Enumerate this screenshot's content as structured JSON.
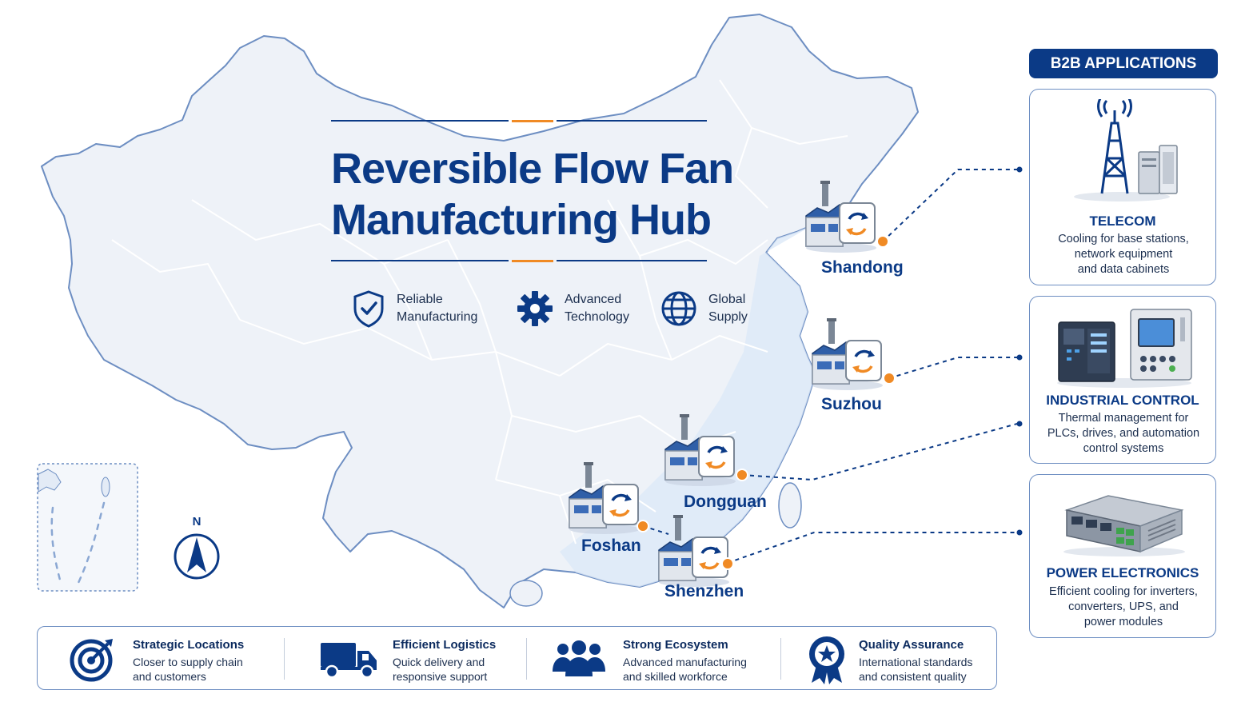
{
  "title": {
    "line1": "Reversible Flow Fan",
    "line2": "Manufacturing Hub"
  },
  "features": [
    {
      "icon": "shield-check-icon",
      "line1": "Reliable",
      "line2": "Manufacturing"
    },
    {
      "icon": "gear-icon",
      "line1": "Advanced",
      "line2": "Technology"
    },
    {
      "icon": "globe-icon",
      "line1": "Global",
      "line2": "Supply"
    }
  ],
  "cities": [
    {
      "name": "Shandong"
    },
    {
      "name": "Suzhou"
    },
    {
      "name": "Dongguan"
    },
    {
      "name": "Foshan"
    },
    {
      "name": "Shenzhen"
    }
  ],
  "compass_label": "N",
  "b2b": {
    "heading": "B2B APPLICATIONS",
    "cards": [
      {
        "icon": "telecom-tower-icon",
        "title": "TELECOM",
        "desc": [
          "Cooling for base stations,",
          "network equipment",
          "and data cabinets"
        ]
      },
      {
        "icon": "industrial-controller-icon",
        "title": "INDUSTRIAL CONTROL",
        "desc": [
          "Thermal management for",
          "PLCs, drives, and automation",
          "control systems"
        ]
      },
      {
        "icon": "power-module-icon",
        "title": "POWER ELECTRONICS",
        "desc": [
          "Efficient cooling for inverters,",
          "converters, UPS, and",
          "power modules"
        ]
      }
    ]
  },
  "bottom": [
    {
      "icon": "target-icon",
      "title": "Strategic Locations",
      "line1": "Closer to supply chain",
      "line2": "and customers"
    },
    {
      "icon": "truck-icon",
      "title": "Efficient Logistics",
      "line1": "Quick delivery and",
      "line2": "responsive support"
    },
    {
      "icon": "people-icon",
      "title": "Strong Ecosystem",
      "line1": "Advanced manufacturing",
      "line2": "and skilled workforce"
    },
    {
      "icon": "quality-badge-icon",
      "title": "Quality Assurance",
      "line1": "International standards",
      "line2": "and consistent quality"
    }
  ],
  "colors": {
    "navy": "#0b3a86",
    "orange": "#f08a24",
    "map_fill": "#eef2f8",
    "coast_fill": "#dce8f7"
  }
}
